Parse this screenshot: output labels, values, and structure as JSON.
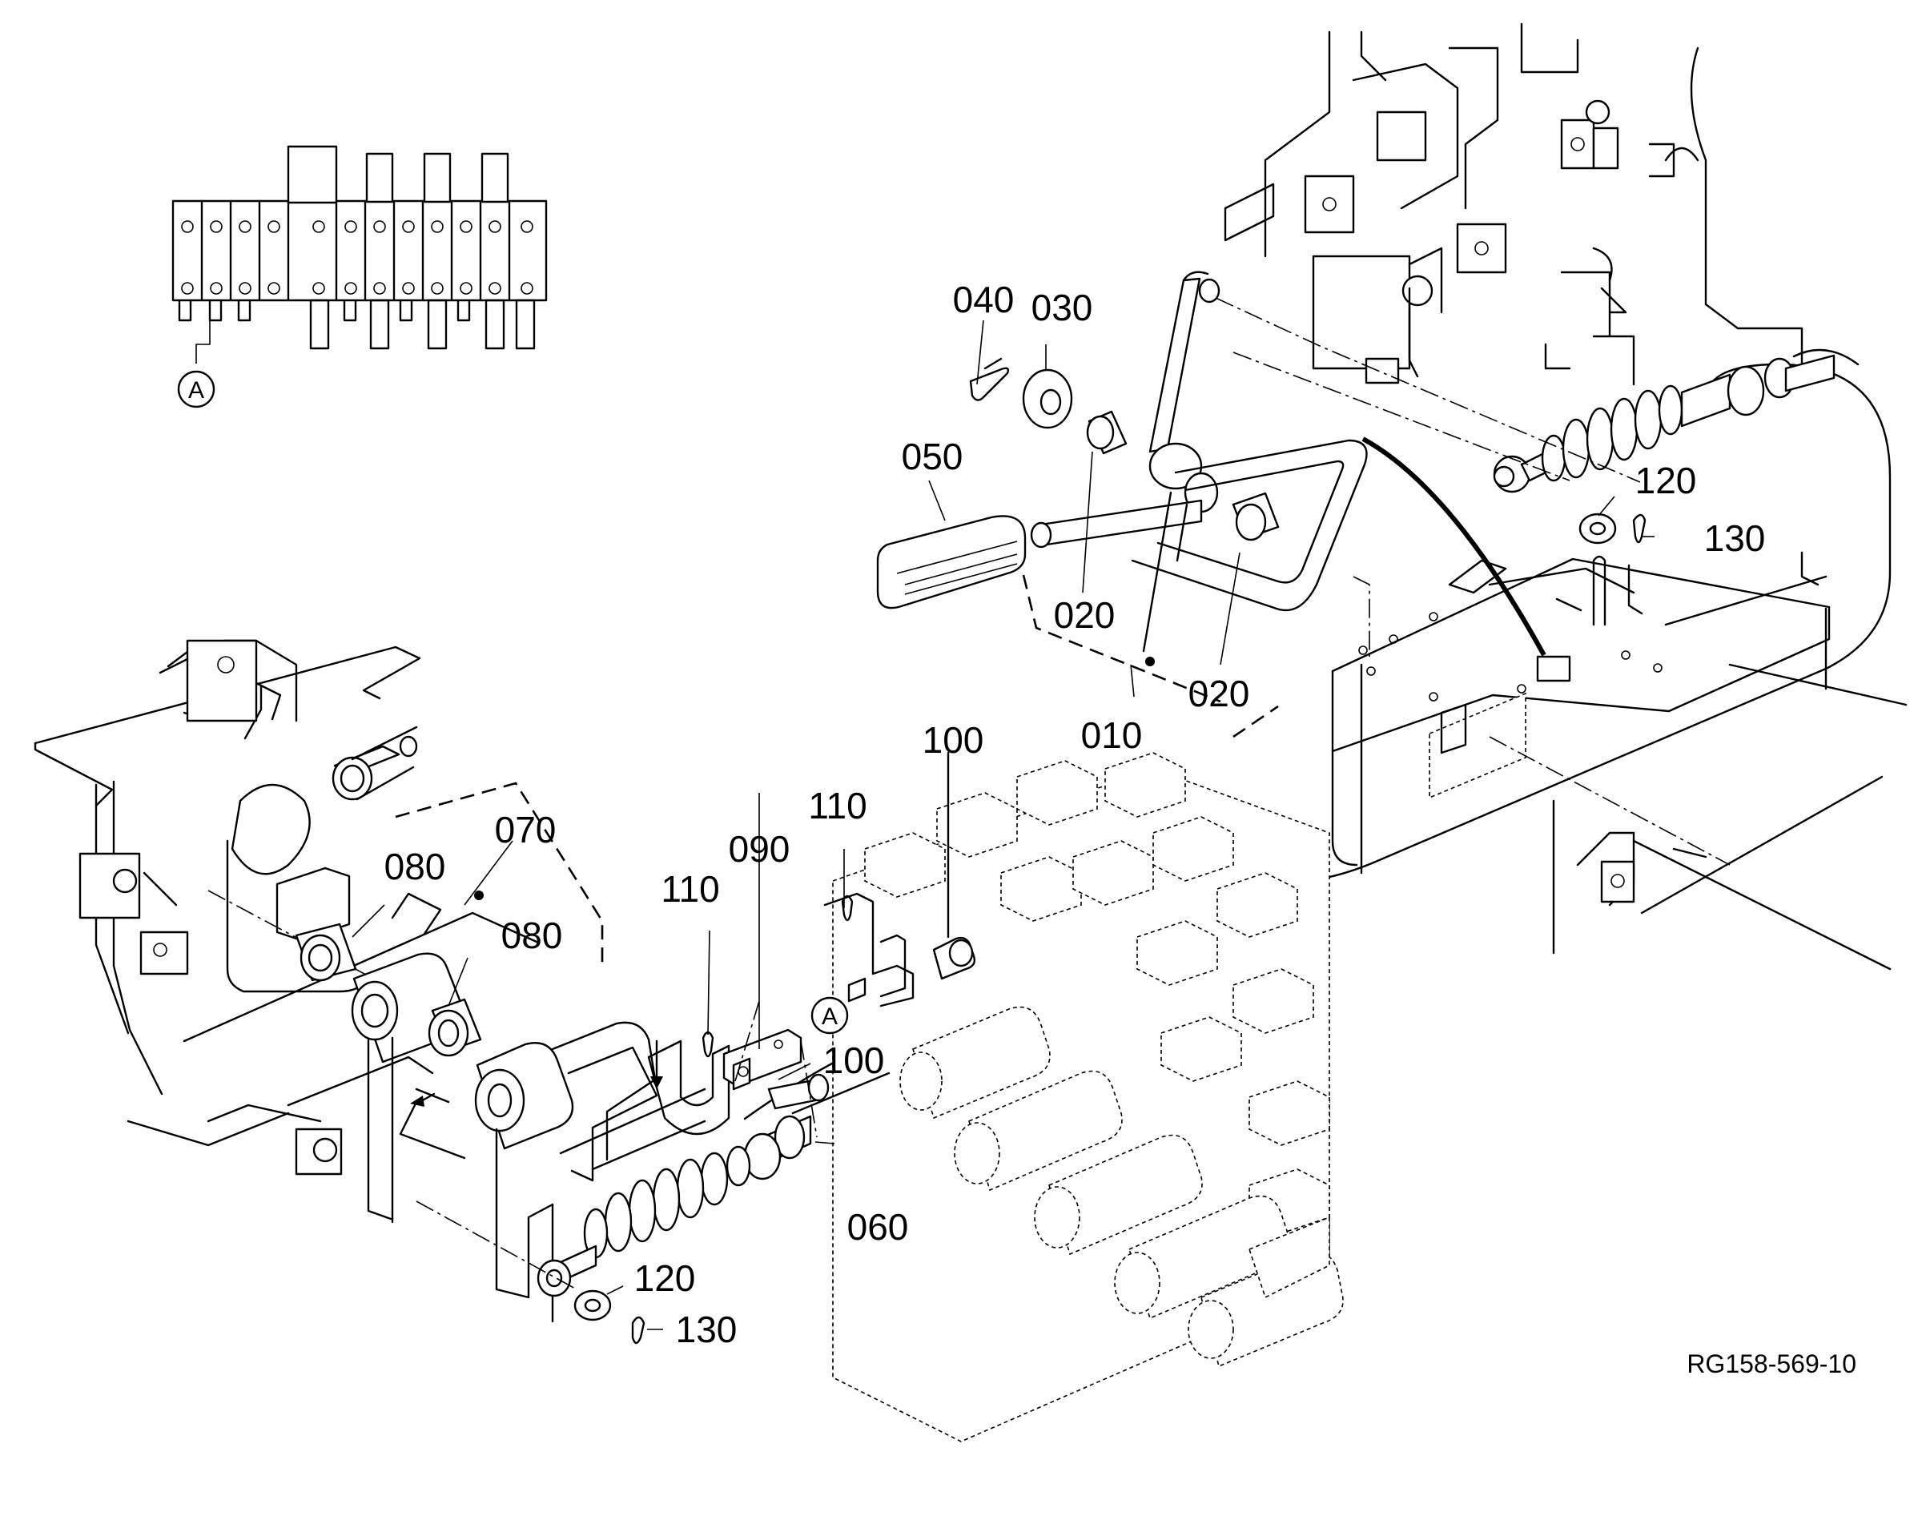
{
  "drawing": {
    "reference_code": "RG158-569-10",
    "view_marker": "A"
  },
  "callouts": [
    {
      "id": "c040",
      "text": "040"
    },
    {
      "id": "c030",
      "text": "030"
    },
    {
      "id": "c050",
      "text": "050"
    },
    {
      "id": "c120a",
      "text": "120"
    },
    {
      "id": "c130a",
      "text": "130"
    },
    {
      "id": "c020a",
      "text": "020"
    },
    {
      "id": "c020b",
      "text": "020"
    },
    {
      "id": "c010",
      "text": "010"
    },
    {
      "id": "c100a",
      "text": "100"
    },
    {
      "id": "c110a",
      "text": "110"
    },
    {
      "id": "c070",
      "text": "070"
    },
    {
      "id": "c090",
      "text": "090"
    },
    {
      "id": "c080a",
      "text": "080"
    },
    {
      "id": "c110b",
      "text": "110"
    },
    {
      "id": "c080b",
      "text": "080"
    },
    {
      "id": "c100b",
      "text": "100"
    },
    {
      "id": "c060",
      "text": "060"
    },
    {
      "id": "c120b",
      "text": "120"
    },
    {
      "id": "c130b",
      "text": "130"
    }
  ]
}
